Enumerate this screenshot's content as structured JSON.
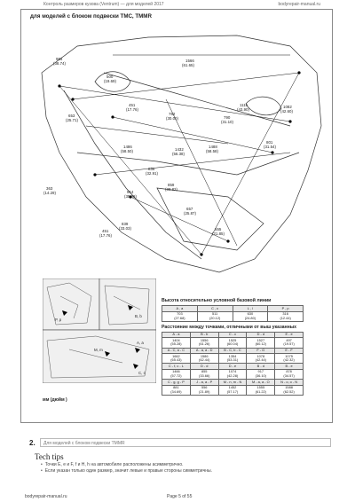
{
  "header": {
    "left": "Контроль размеров кузова (Ventrum) — для моделей 2017",
    "right": "bodyrepair-manual.ru"
  },
  "section_title": "для моделей с блоком подвески TMC, TMMR",
  "diagram": {
    "labels": [
      {
        "name": "label-984",
        "main": "984",
        "sub": "(38.74)"
      },
      {
        "name": "label-1566",
        "main": "1566",
        "sub": "(61.65)"
      },
      {
        "name": "label-500",
        "main": "500",
        "sub": "(19.69)"
      },
      {
        "name": "label-653",
        "main": "653",
        "sub": "(25.71)"
      },
      {
        "name": "label-451",
        "main": "451",
        "sub": "(17.76)"
      },
      {
        "name": "label-762",
        "main": "762",
        "sub": "(30.00)"
      },
      {
        "name": "label-1115",
        "main": "1115",
        "sub": "(43.90)"
      },
      {
        "name": "label-790",
        "main": "790",
        "sub": "(31.10)"
      },
      {
        "name": "label-1082",
        "main": "1082",
        "sub": "(42.60)"
      },
      {
        "name": "label-1486",
        "main": "1486",
        "sub": "(58.50)"
      },
      {
        "name": "label-1432",
        "main": "1432",
        "sub": "(56.38)"
      },
      {
        "name": "label-1488",
        "main": "1488",
        "sub": "(58.58)"
      },
      {
        "name": "label-836",
        "main": "836",
        "sub": "(32.91)"
      },
      {
        "name": "label-859",
        "main": "859",
        "sub": "(33.82)"
      },
      {
        "name": "label-914",
        "main": "914",
        "sub": "(35.98)"
      },
      {
        "name": "label-363",
        "main": "363",
        "sub": "(14.29)"
      },
      {
        "name": "label-839",
        "main": "839",
        "sub": "(33.03)"
      },
      {
        "name": "label-657",
        "main": "657",
        "sub": "(25.87)"
      },
      {
        "name": "label-451b",
        "main": "451",
        "sub": "(17.76)"
      },
      {
        "name": "label-555",
        "main": "555",
        "sub": "(21.85)"
      },
      {
        "name": "label-801",
        "main": "801",
        "sub": "(31.54)"
      }
    ]
  },
  "thumbs": {
    "labels": [
      "P, p",
      "B, b",
      "M, m",
      "A, a",
      "C, c"
    ]
  },
  "caption_mm": "мм (дюйм )",
  "table1": {
    "title": "Высота относительно условной базовой линии",
    "headers": [
      "A , a",
      "C , c",
      "L , l",
      "P , p"
    ],
    "values": [
      "703\n(27.68)",
      "511\n(20.12)",
      "630\n(24.80)",
      "316\n(12.44)"
    ]
  },
  "table2": {
    "title": "Расстояние между точками, отличными от выш указанных",
    "rows": [
      {
        "headers": [
          "A - a",
          "B - b",
          "C - c",
          "D - d",
          "E - e"
        ],
        "values": [
          "1404\n(55.28)",
          "1556\n(61.26)",
          "1525\n(60.04)",
          "1527\n(60.12)",
          "497\n(19.57)"
        ]
      },
      {
        "headers": [
          "A - C, a - C",
          "A - a, a - D",
          "B - C, b - C",
          "F - G",
          "E - F"
        ],
        "values": [
          "1662\n(65.43)",
          "1586\n(62.44)",
          "1354\n(53.31)",
          "1078\n(42.44)",
          "1075\n(42.32)"
        ]
      },
      {
        "headers": [
          "C - f, c - L",
          "D - d",
          "D - e",
          "B - d",
          "B - e"
        ],
        "values": [
          "1466\n(57.72)",
          "855\n(33.66)",
          "1074\n(42.28)",
          "917\n(36.10)",
          "878\n(34.57)"
        ]
      },
      {
        "headers": [
          "C - g, g - P",
          "J - a, a - P",
          "M - n, m - N",
          "M - a, a - O",
          "N - o, o - N"
        ],
        "values": [
          "881\n(34.69)",
          "556\n(21.89)",
          "1452\n(57.17)",
          "1555\n(61.22)",
          "1588\n(62.52)"
        ]
      }
    ]
  },
  "step": {
    "number": "2.",
    "text": "Для моделей с блоком подвески TMMR"
  },
  "tech": {
    "title": "Tech tips",
    "tips": [
      "Точки E, e и F, f и H, h на автомобиле расположены асимметрично.",
      "Если указан только один размер, значит левые и правые стороны симметричны."
    ]
  },
  "footer": {
    "left": "bodyrepair-manual.ru",
    "center": "Page 5 of 55"
  }
}
